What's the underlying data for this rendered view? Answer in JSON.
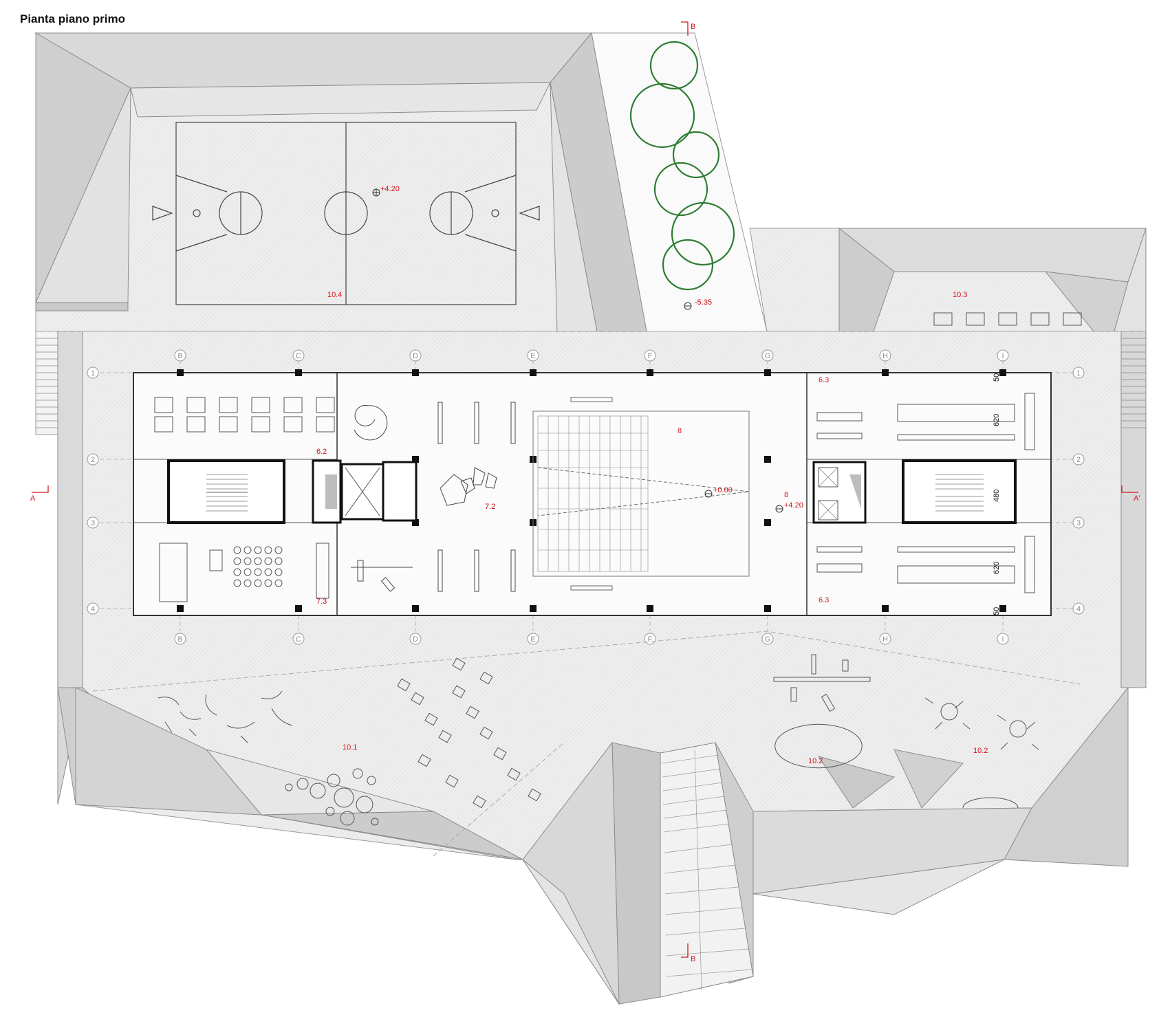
{
  "title": "Pianta piano primo",
  "rooms": {
    "r104": "10.4",
    "r103": "10.3",
    "r101": "10.1",
    "r102a": "10.2",
    "r102b": "10.2",
    "r62": "6.2",
    "r72": "7.2",
    "r73": "7.3",
    "r8a": "8",
    "r8b": "8",
    "r63a": "6.3",
    "r63b": "6.3"
  },
  "levels": {
    "court": "+4.20",
    "trees": "-5.35",
    "auditorium": "+0.00",
    "corridor": "+4.20"
  },
  "section_marks": {
    "b_top": "B",
    "b_bottom": "B",
    "a_left": "A",
    "a_right": "A'"
  },
  "grid_letters": [
    "B",
    "C",
    "D",
    "E",
    "F",
    "G",
    "H",
    "I"
  ],
  "grid_numbers": [
    "1",
    "2",
    "3",
    "4"
  ],
  "dimensions": {
    "d50_top": "50",
    "d620_top": "620",
    "d480": "480",
    "d620_bottom": "620",
    "d50_bottom": "50"
  },
  "colors": {
    "annotation_red": "#d4141b",
    "roof_grey": "#d6d6d6",
    "terrace": "#ececec",
    "tree_green": "#2e7d32"
  }
}
